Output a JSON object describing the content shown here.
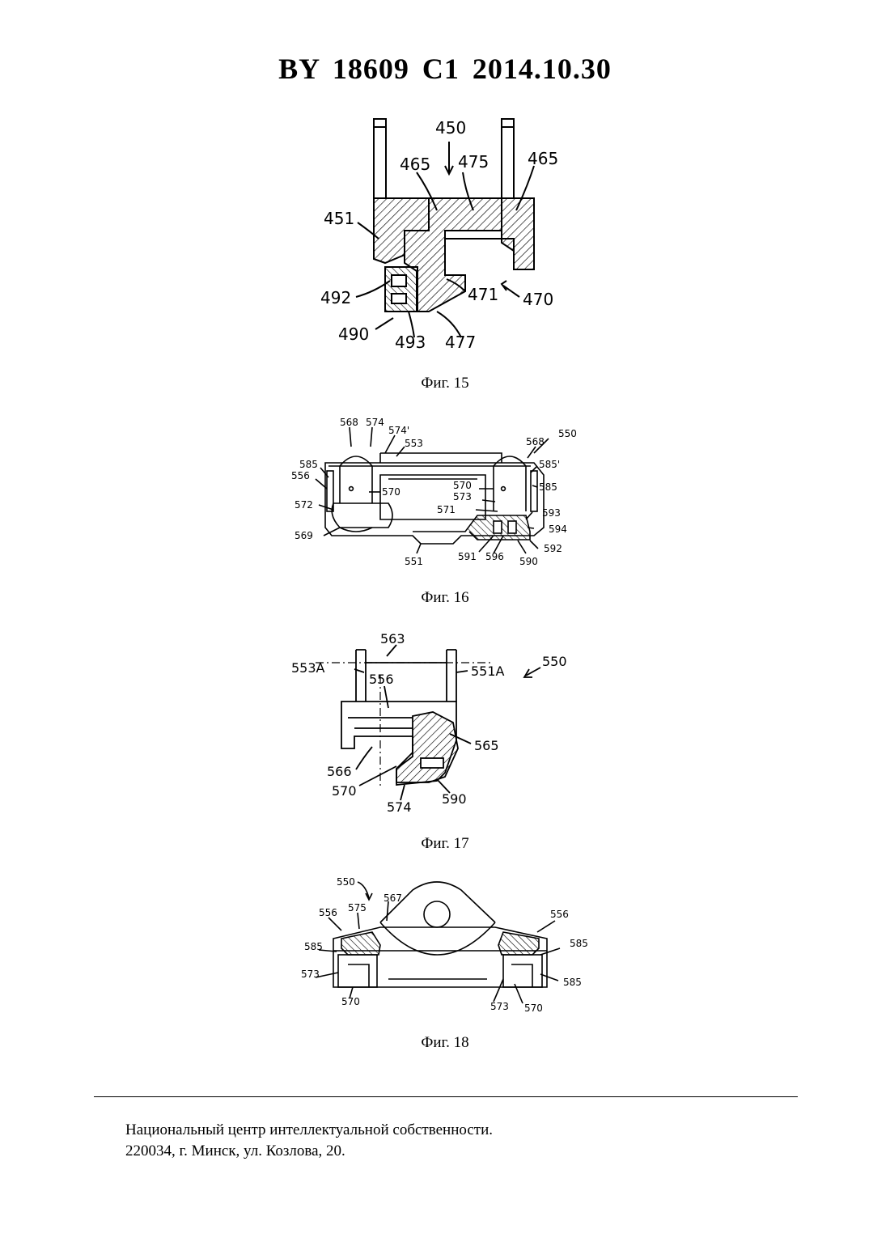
{
  "header": {
    "title": "BY 18609 C1 2014.10.30"
  },
  "figures": [
    {
      "caption": "Фиг. 15",
      "labels": [
        "450",
        "465",
        "475",
        "465",
        "451",
        "492",
        "471",
        "470",
        "490",
        "493",
        "477"
      ]
    },
    {
      "caption": "Фиг. 16",
      "labels": [
        "568",
        "574",
        "574'",
        "553",
        "568",
        "550",
        "585",
        "556",
        "570",
        "570",
        "585'",
        "585",
        "573",
        "572",
        "571",
        "593",
        "594",
        "569",
        "551",
        "591",
        "596",
        "590",
        "592"
      ]
    },
    {
      "caption": "Фиг. 17",
      "labels": [
        "563",
        "553A",
        "551A",
        "550",
        "556",
        "565",
        "566",
        "570",
        "574",
        "590"
      ]
    },
    {
      "caption": "Фиг. 18",
      "labels": [
        "550",
        "556",
        "575",
        "567",
        "556",
        "585",
        "585",
        "573",
        "585",
        "570",
        "573",
        "570"
      ]
    }
  ],
  "footer": {
    "line1": "Национальный центр интеллектуальной собственности.",
    "line2": "220034, г. Минск, ул. Козлова, 20."
  }
}
